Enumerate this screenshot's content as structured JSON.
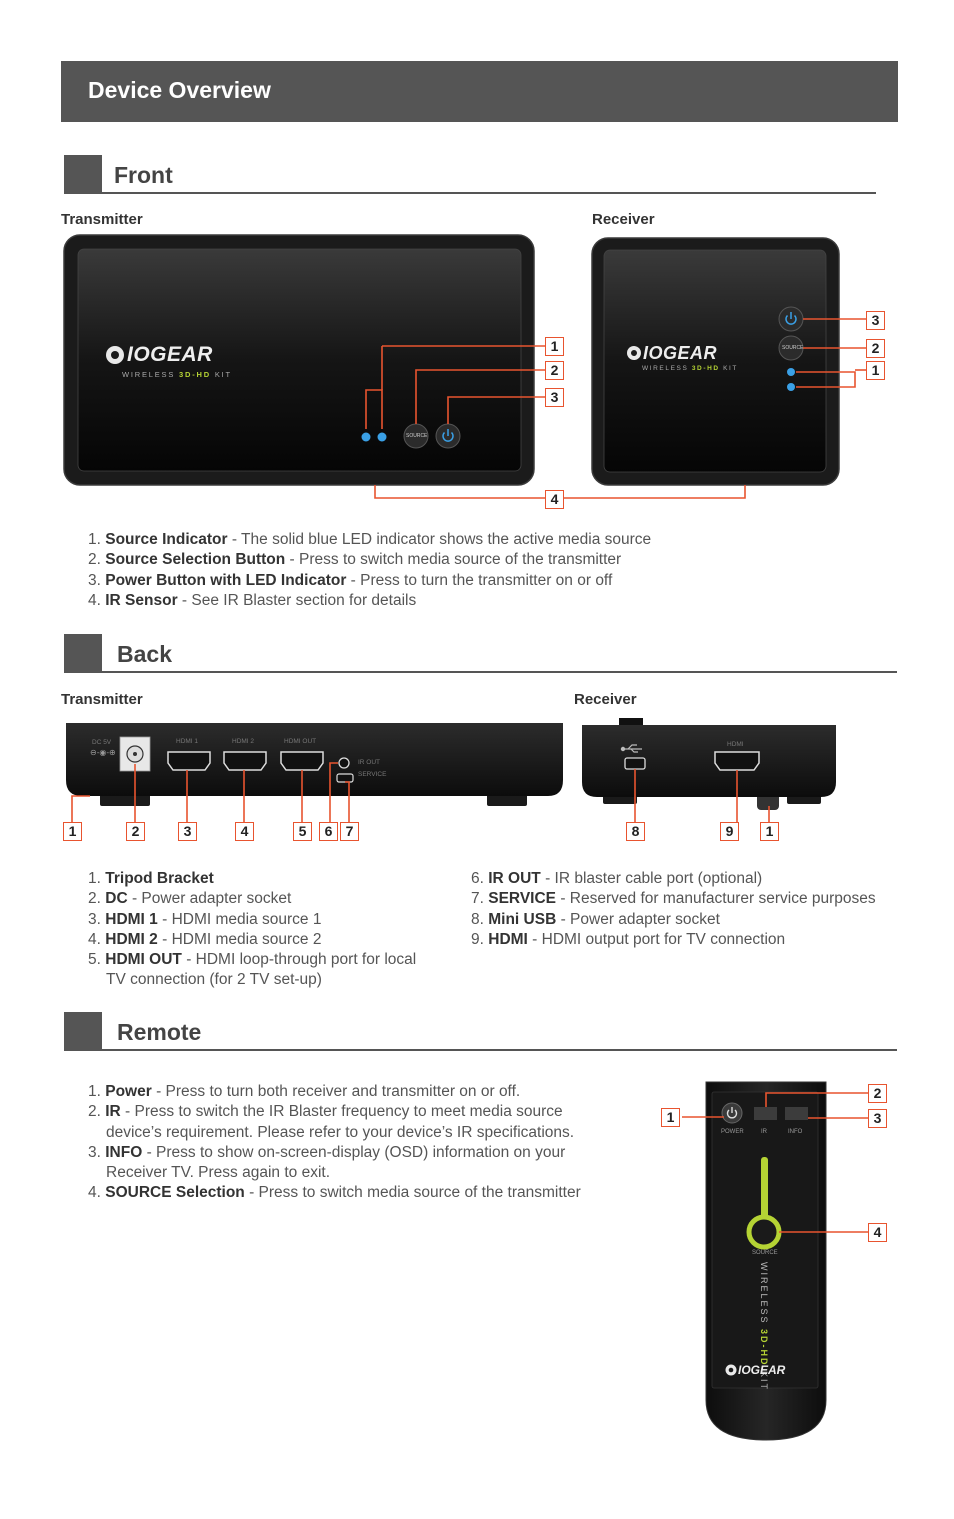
{
  "banner": {
    "title": "Device Overview"
  },
  "front": {
    "title": "Front",
    "transmitter_label": "Transmitter",
    "receiver_label": "Receiver",
    "items": [
      {
        "num": "1.",
        "name": "Source Indicator",
        "desc": " - The solid blue LED indicator shows the active media source"
      },
      {
        "num": "2.",
        "name": "Source Selection Button",
        "desc": " - Press to switch media source of the transmitter"
      },
      {
        "num": "3.",
        "name": "Power Button with LED Indicator",
        "desc": " - Press to turn the transmitter on or off"
      },
      {
        "num": "4.",
        "name": "IR Sensor",
        "desc": " - See IR Blaster section for details"
      }
    ],
    "device": {
      "brand": "IOGEAR",
      "product_a": "WIRELESS ",
      "product_b": "3D-HD",
      "product_c": " KIT",
      "source_btn": "SOURCE"
    },
    "callouts": [
      "1",
      "2",
      "3",
      "4"
    ]
  },
  "back": {
    "title": "Back",
    "transmitter_label": "Transmitter",
    "receiver_label": "Receiver",
    "port_labels": {
      "dc": "DC 5V",
      "hdmi1": "HDMI 1",
      "hdmi2": "HDMI 2",
      "hdmi_out": "HDMI OUT",
      "ir_out": "IR OUT",
      "service": "SERVICE",
      "hdmi": "HDMI"
    },
    "callouts": [
      "1",
      "2",
      "3",
      "4",
      "5",
      "6",
      "7",
      "8",
      "9",
      "1"
    ],
    "items_left": [
      {
        "num": "1.",
        "name": "Tripod Bracket",
        "desc": ""
      },
      {
        "num": "2.",
        "name": "DC",
        "desc": " - Power adapter socket"
      },
      {
        "num": "3.",
        "name": "HDMI 1",
        "desc": " - HDMI media source 1"
      },
      {
        "num": "4.",
        "name": "HDMI 2",
        "desc": " - HDMI media source 2"
      },
      {
        "num": "5.",
        "name": "HDMI OUT",
        "desc": " - HDMI loop-through port for local"
      }
    ],
    "item5_cont": "TV connection (for 2 TV set-up)",
    "items_right": [
      {
        "num": "6.",
        "name": "IR OUT",
        "desc": " - IR blaster cable port (optional)"
      },
      {
        "num": "7.",
        "name": "SERVICE",
        "desc": " - Reserved for manufacturer service purposes"
      },
      {
        "num": "8.",
        "name": "Mini USB",
        "desc": " - Power adapter socket"
      },
      {
        "num": "9.",
        "name": "HDMI",
        "desc": " - HDMI output port for TV connection"
      }
    ]
  },
  "remote": {
    "title": "Remote",
    "items": [
      {
        "num": "1.",
        "name": "Power",
        "desc": " - Press to turn both receiver and transmitter on or off."
      },
      {
        "num": "2.",
        "name": "IR",
        "desc": " - Press to switch the IR Blaster frequency to meet media source"
      },
      {
        "num": "3.",
        "name": "INFO",
        "desc": " - Press to show on-screen-display (OSD) information on your"
      },
      {
        "num": "4.",
        "name": "SOURCE Selection",
        "desc": " - Press to switch media source of the transmitter"
      }
    ],
    "item2_cont": "device’s requirement. Please refer to your device’s IR specifications.",
    "item3_cont": "Receiver TV. Press again to exit.",
    "button_labels": {
      "power": "POWER",
      "ir": "IR",
      "info": "INFO",
      "source": "SOURCE"
    },
    "callouts": [
      "1",
      "2",
      "3",
      "4"
    ]
  },
  "colors": {
    "callout": "#e8542f",
    "led": "#3aa0e6",
    "accent_green": "#b5d334",
    "heading_gray": "#555555"
  }
}
